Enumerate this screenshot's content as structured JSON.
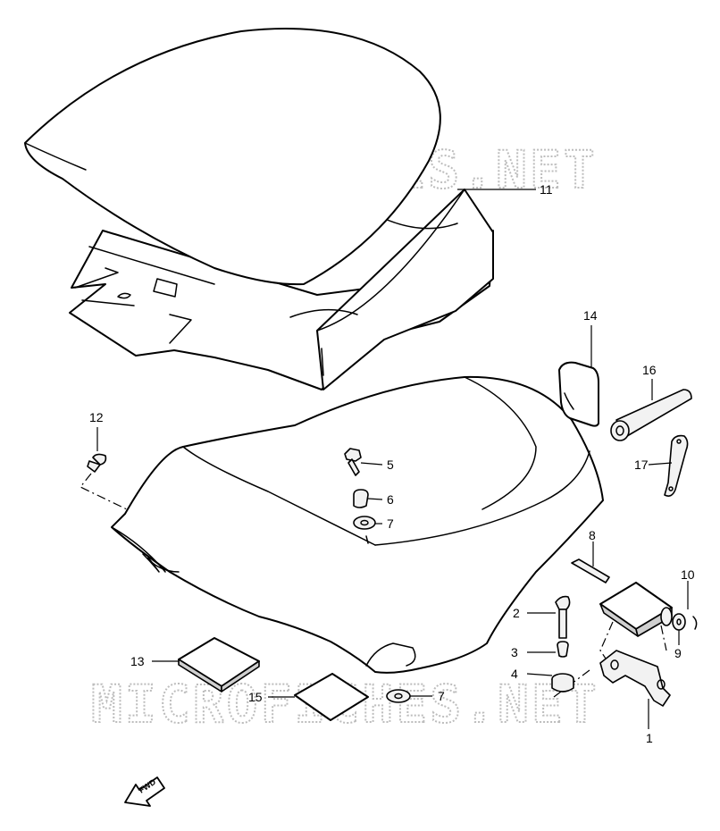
{
  "watermark": "MICROFICHES.NET",
  "fwd_label": "FWD",
  "callouts": [
    {
      "id": "c1",
      "label": "1"
    },
    {
      "id": "c2",
      "label": "2"
    },
    {
      "id": "c3",
      "label": "3"
    },
    {
      "id": "c4",
      "label": "4"
    },
    {
      "id": "c5",
      "label": "5"
    },
    {
      "id": "c6",
      "label": "6"
    },
    {
      "id": "c7a",
      "label": "7"
    },
    {
      "id": "c7b",
      "label": "7"
    },
    {
      "id": "c8",
      "label": "8"
    },
    {
      "id": "c9",
      "label": "9"
    },
    {
      "id": "c10",
      "label": "10"
    },
    {
      "id": "c11",
      "label": "11"
    },
    {
      "id": "c12",
      "label": "12"
    },
    {
      "id": "c13",
      "label": "13"
    },
    {
      "id": "c14",
      "label": "14"
    },
    {
      "id": "c15",
      "label": "15"
    },
    {
      "id": "c16",
      "label": "16"
    },
    {
      "id": "c17",
      "label": "17"
    }
  ]
}
